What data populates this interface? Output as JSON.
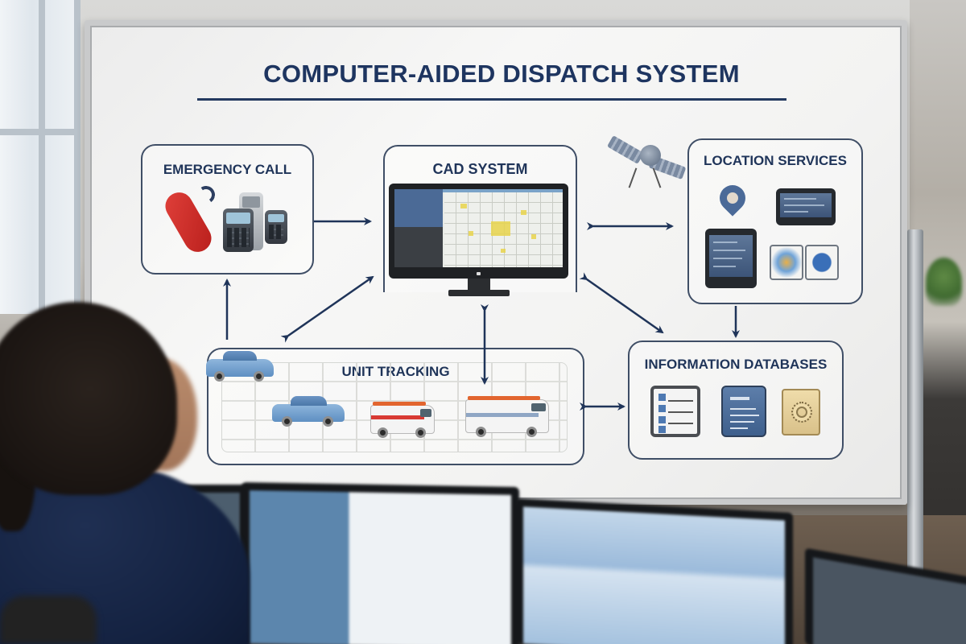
{
  "scene": {
    "description": "Dispatcher at workstation facing a whiteboard diagram of a computer-aided dispatch system",
    "colors": {
      "title_navy": "#1e3560",
      "arrow_navy": "#1f3459",
      "box_border": "#3f4e66",
      "whiteboard": "#f4f4f3",
      "uniform_navy": "#142241"
    }
  },
  "whiteboard": {
    "title": "COMPUTER-AIDED DISPATCH SYSTEM",
    "boxes": {
      "emergency_call": {
        "label": "EMERGENCY CALL",
        "icons": [
          "phone-handset-icon",
          "signal-waves-icon",
          "mobile-phone-icon",
          "desk-phone-icon",
          "pager-icon"
        ]
      },
      "cad_system": {
        "label": "CAD SYSTEM",
        "icons": [
          "monitor-map-icon"
        ]
      },
      "location_services": {
        "label": "LOCATION SERVICES",
        "icons": [
          "satellite-icon",
          "map-pin-icon",
          "tablet-icon",
          "mobile-tablet-icon",
          "map-tile-icon",
          "user-badge-icon"
        ]
      },
      "unit_tracking": {
        "label": "UNIT TRACKING",
        "icons": [
          "police-car-icon",
          "sedan-icon",
          "ambulance-icon",
          "rescue-van-icon",
          "street-map-icon"
        ]
      },
      "information_databases": {
        "label": "INFORMATION DATABASES",
        "icons": [
          "checklist-icon",
          "document-icon",
          "fingerprint-folder-icon"
        ]
      }
    },
    "connections": [
      {
        "from": "emergency_call",
        "to": "cad_system",
        "type": "one-way"
      },
      {
        "from": "cad_system",
        "to": "location_services",
        "type": "two-way"
      },
      {
        "from": "unit_tracking",
        "to": "emergency_call",
        "type": "one-way"
      },
      {
        "from": "cad_system",
        "to": "unit_tracking",
        "type": "two-way"
      },
      {
        "from": "cad_system",
        "to": "information_databases",
        "type": "two-way"
      },
      {
        "from": "location_services",
        "to": "information_databases",
        "type": "one-way"
      },
      {
        "from": "unit_tracking",
        "to": "information_databases",
        "type": "two-way"
      }
    ]
  }
}
